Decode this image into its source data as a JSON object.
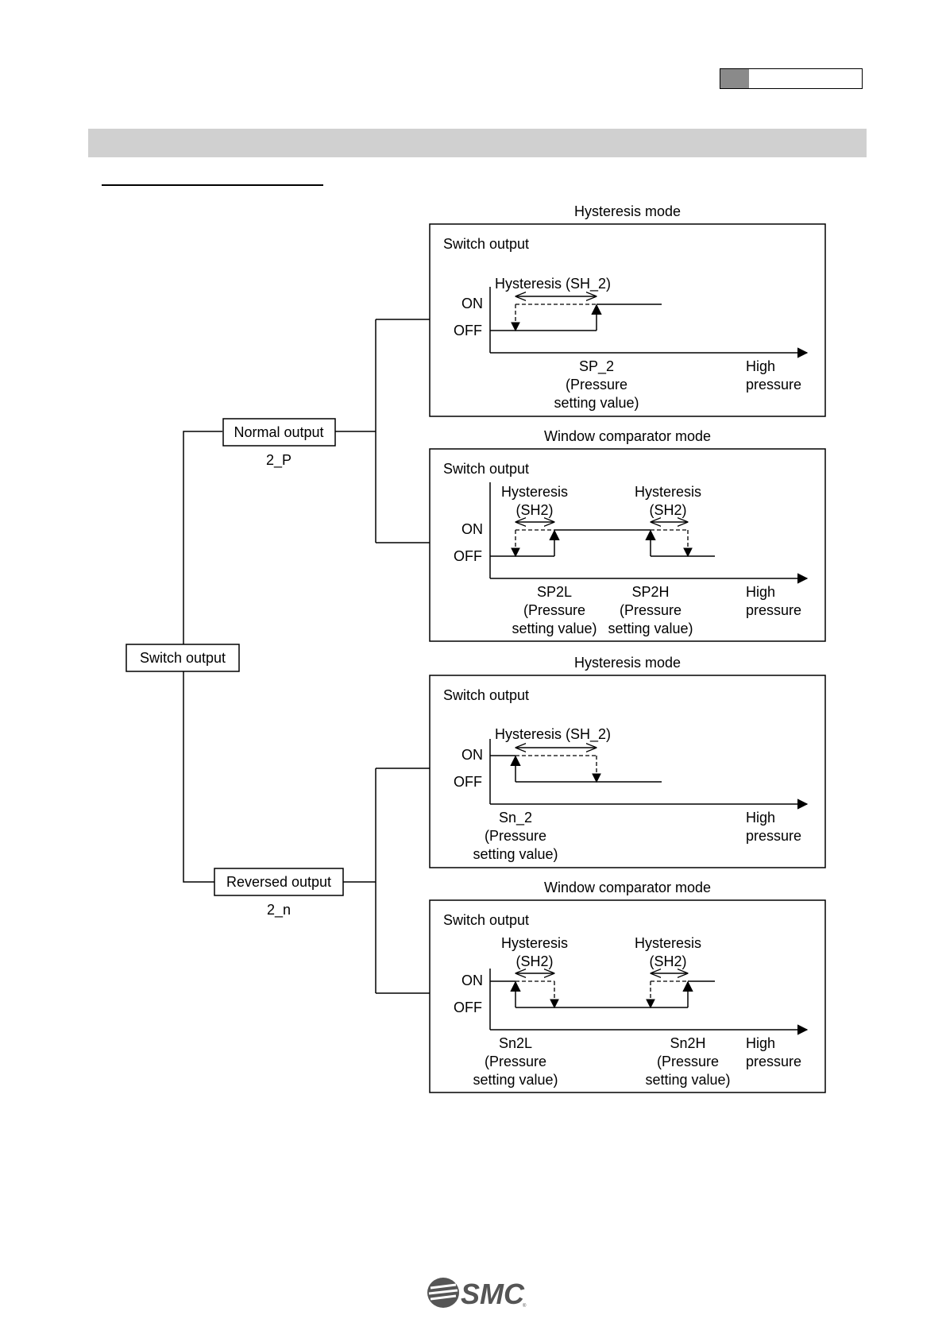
{
  "tree": {
    "root": "Switch output",
    "normal": {
      "label": "Normal output",
      "code": "2_P"
    },
    "reversed": {
      "label": "Reversed output",
      "code": "2_n"
    }
  },
  "panels": [
    {
      "mode": "Hysteresis mode",
      "axis_label": "Switch output",
      "on": "ON",
      "off": "OFF",
      "hysteresis": "Hysteresis (SH_2)",
      "x_label_1": [
        "SP_2",
        "(Pressure",
        "setting value)"
      ],
      "x_end": [
        "High",
        "pressure"
      ]
    },
    {
      "mode": "Window comparator mode",
      "axis_label": "Switch output",
      "on": "ON",
      "off": "OFF",
      "hyst_a": [
        "Hysteresis",
        "(SH2)"
      ],
      "hyst_b": [
        "Hysteresis",
        "(SH2)"
      ],
      "x_label_1": [
        "SP2L",
        "(Pressure",
        "setting value)"
      ],
      "x_label_2": [
        "SP2H",
        "(Pressure",
        "setting value)"
      ],
      "x_end": [
        "High",
        "pressure"
      ]
    },
    {
      "mode": "Hysteresis mode",
      "axis_label": "Switch output",
      "on": "ON",
      "off": "OFF",
      "hysteresis": "Hysteresis (SH_2)",
      "x_label_1": [
        "Sn_2",
        "(Pressure",
        "setting value)"
      ],
      "x_end": [
        "High",
        "pressure"
      ]
    },
    {
      "mode": "Window comparator mode",
      "axis_label": "Switch output",
      "on": "ON",
      "off": "OFF",
      "hyst_a": [
        "Hysteresis",
        "(SH2)"
      ],
      "hyst_b": [
        "Hysteresis",
        "(SH2)"
      ],
      "x_label_1": [
        "Sn2L",
        "(Pressure",
        "setting value)"
      ],
      "x_label_2": [
        "Sn2H",
        "(Pressure",
        "setting value)"
      ],
      "x_end": [
        "High",
        "pressure"
      ]
    }
  ],
  "footer": {
    "logo": "SMC"
  },
  "colors": {
    "header_fill": "#8a8a8a",
    "section_bar": "#d0d0d0"
  }
}
